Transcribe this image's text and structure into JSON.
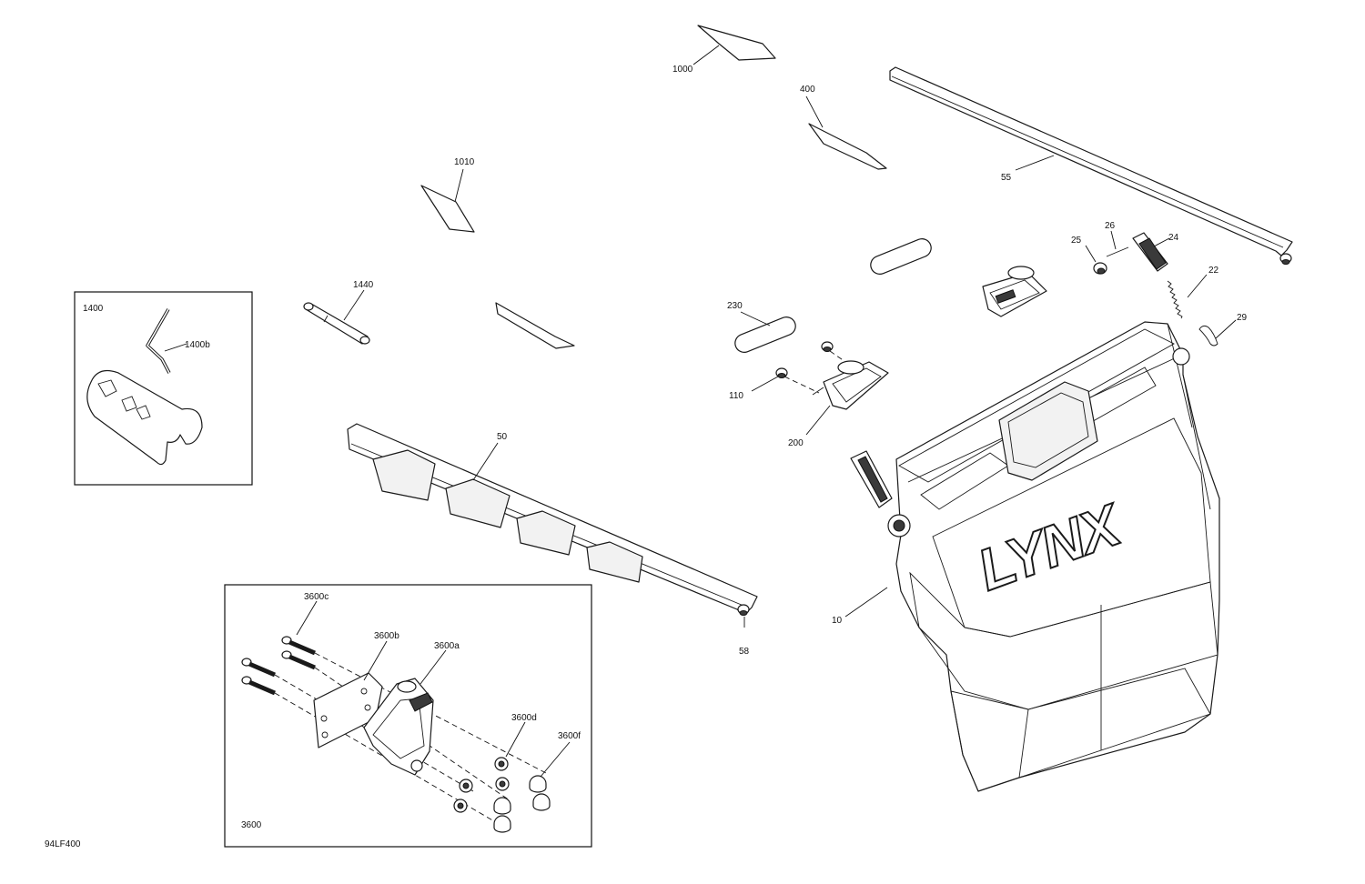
{
  "figure_code": "94LF400",
  "brand_text": "LYNX",
  "labels": {
    "p1000": "1000",
    "p400": "400",
    "p55": "55",
    "p1010": "1010",
    "p26": "26",
    "p25": "25",
    "p24": "24",
    "p22": "22",
    "p1440": "1440",
    "p230": "230",
    "p29": "29",
    "p110": "110",
    "p200": "200",
    "p50": "50",
    "p10": "10",
    "p58": "58",
    "p1400": "1400",
    "p1400b": "1400b",
    "p3600c": "3600c",
    "p3600b": "3600b",
    "p3600a": "3600a",
    "p3600d": "3600d",
    "p3600f": "3600f",
    "p3600": "3600"
  }
}
